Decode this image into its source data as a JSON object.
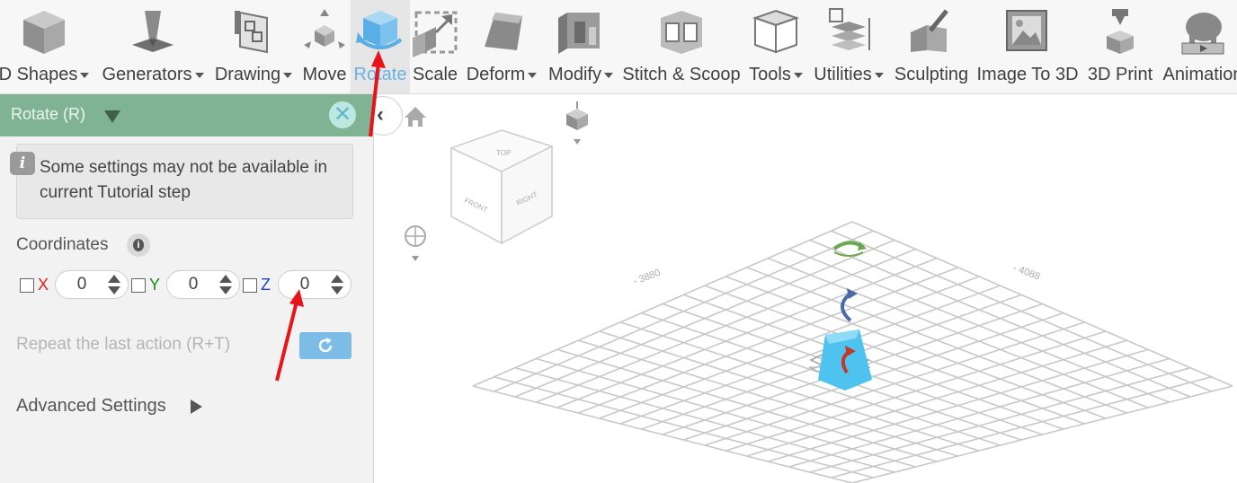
{
  "toolbar": {
    "tools": [
      {
        "label": "D Shapes",
        "dropdown": true,
        "icon": "cube-icon"
      },
      {
        "label": "Generators",
        "dropdown": true,
        "icon": "generator-icon"
      },
      {
        "label": "Drawing",
        "dropdown": true,
        "icon": "drawing-icon"
      },
      {
        "label": "Move",
        "dropdown": false,
        "icon": "move-icon"
      },
      {
        "label": "Rotate",
        "dropdown": false,
        "icon": "rotate-icon",
        "active": true
      },
      {
        "label": "Scale",
        "dropdown": false,
        "icon": "scale-icon"
      },
      {
        "label": "Deform",
        "dropdown": true,
        "icon": "deform-icon"
      },
      {
        "label": "Modify",
        "dropdown": true,
        "icon": "modify-icon"
      },
      {
        "label": "Stitch & Scoop",
        "dropdown": false,
        "icon": "stitch-scoop-icon"
      },
      {
        "label": "Tools",
        "dropdown": true,
        "icon": "tools-icon"
      },
      {
        "label": "Utilities",
        "dropdown": true,
        "icon": "utilities-icon"
      },
      {
        "label": "Sculpting",
        "dropdown": false,
        "icon": "sculpting-icon"
      },
      {
        "label": "Image To 3D",
        "dropdown": false,
        "icon": "image-to-3d-icon"
      },
      {
        "label": "3D Print",
        "dropdown": false,
        "icon": "3d-print-icon"
      },
      {
        "label": "Animation",
        "dropdown": false,
        "icon": "animation-icon"
      }
    ]
  },
  "panel": {
    "title": "Rotate (R)",
    "info_text": "Some settings may not be available in current Tutorial step",
    "coordinates_label": "Coordinates",
    "axes": [
      {
        "label": "X",
        "value": "0",
        "color": "#e02020"
      },
      {
        "label": "Y",
        "value": "0",
        "color": "#1a8a1a"
      },
      {
        "label": "Z",
        "value": "0",
        "color": "#1f3fcf"
      }
    ],
    "repeat_label": "Repeat the last action (R+T)",
    "advanced_label": "Advanced Settings"
  },
  "viewport": {
    "view_cube_faces": {
      "top": "TOP",
      "front": "FRONT",
      "right": "RIGHT"
    },
    "grid_label_left": "- 3880",
    "grid_label_right": "- 4088",
    "colors": {
      "object": "#4fc3ef",
      "rotate_x": "#c0392b",
      "rotate_y": "#4a6aa8",
      "rotate_z": "#6aa84f"
    }
  }
}
